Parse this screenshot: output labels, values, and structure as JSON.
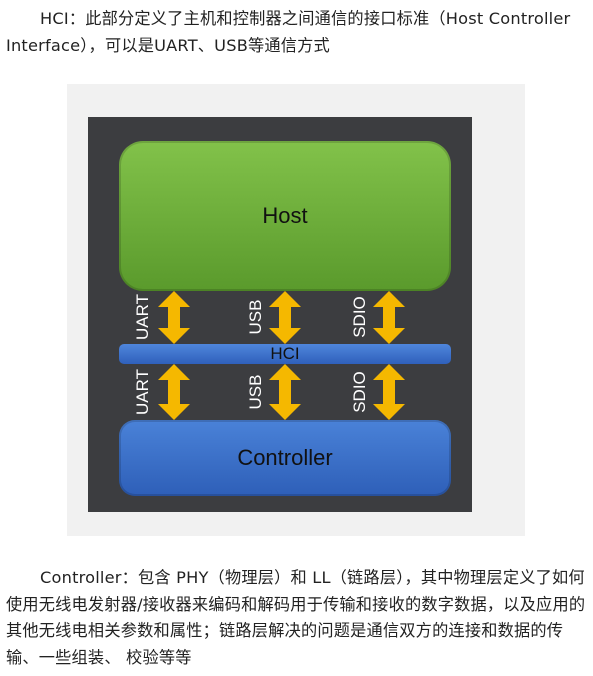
{
  "intro_text": "HCI：此部分定义了主机和控制器之间通信的接口标准（Host Controller Interface），可以是UART、USB等通信方式",
  "diagram": {
    "host_label": "Host",
    "hci_label": "HCI",
    "controller_label": "Controller",
    "upper_interfaces": [
      "UART",
      "USB",
      "SDIO"
    ],
    "lower_interfaces": [
      "UART",
      "USB",
      "SDIO"
    ],
    "colors": {
      "host": "#6aac36",
      "controller": "#3b6fc9",
      "arrow": "#f5b800",
      "background": "#3c3d40"
    }
  },
  "desc_text": "Controller：包含 PHY（物理层）和 LL（链路层），其中物理层定义了如何使用无线电发射器/接收器来编码和解码用于传输和接收的数字数据，以及应用的其他无线电相关参数和属性；链路层解决的问题是通信双方的连接和数据的传输、一些组装、 校验等等"
}
